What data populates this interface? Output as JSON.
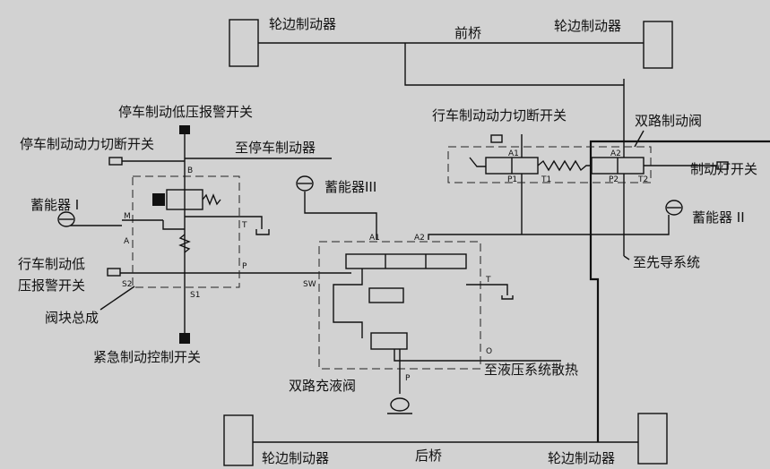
{
  "labels": {
    "front_axle": "前桥",
    "rear_axle": "后桥",
    "wheel_brake_tl": "轮边制动器",
    "wheel_brake_tr": "轮边制动器",
    "wheel_brake_bl": "轮边制动器",
    "wheel_brake_br": "轮边制动器",
    "parking_low_pressure_alarm_switch": "停车制动低压报警开关",
    "parking_power_cutoff_switch": "停车制动动力切断开关",
    "to_parking_brake": "至停车制动器",
    "accumulator_1": "蓄能器 I",
    "accumulator_2": "蓄能器 II",
    "accumulator_3": "蓄能器III",
    "service_brake_low_pressure_alarm_line1": "行车制动低",
    "service_brake_low_pressure_alarm_line2": "压报警开关",
    "valve_block_assembly": "阀块总成",
    "emergency_brake_control_switch": "紧急制动控制开关",
    "service_brake_power_cutoff_switch": "行车制动动力切断开关",
    "dual_circuit_brake_valve": "双路制动阀",
    "brake_light_switch": "制动灯开关",
    "to_pilot_system": "至先导系统",
    "dual_circuit_charging_valve": "双路充液阀",
    "to_hydraulic_cooling": "至液压系统散热"
  },
  "ports": {
    "b": "B",
    "m": "M",
    "a": "A",
    "t_left": "T",
    "p_left": "P",
    "s2": "S2",
    "s1": "S1",
    "a1_charge": "A1",
    "a2_charge": "A2",
    "sw": "SW",
    "t_charge": "T",
    "o_charge": "O",
    "p_charge": "P",
    "a1_brake": "A1",
    "a2_brake": "A2",
    "p1": "P1",
    "t1": "T1",
    "p2": "P2",
    "t2": "T2"
  }
}
